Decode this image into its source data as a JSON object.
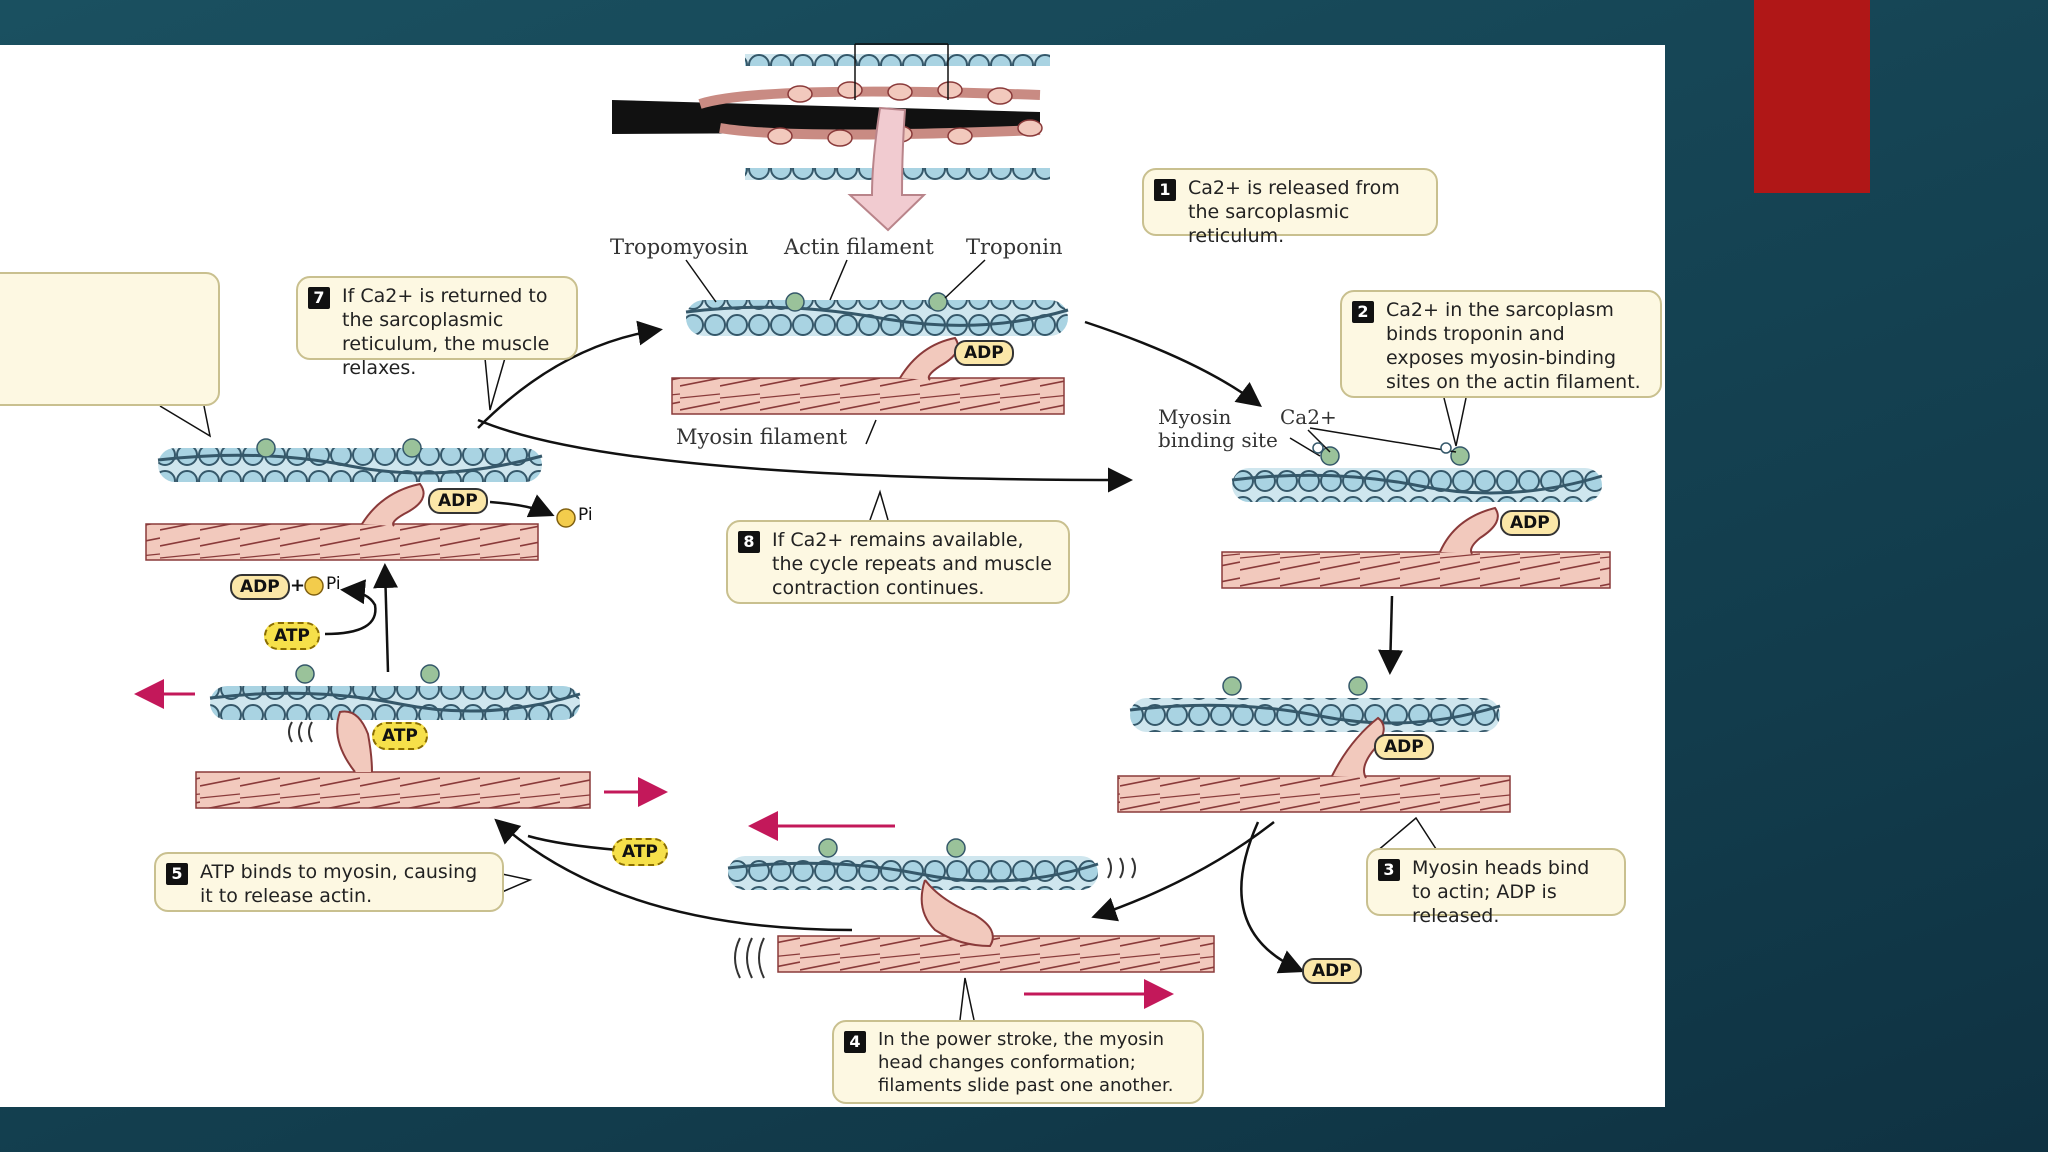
{
  "slide": {
    "accent_color": "#b01717",
    "background_color": "#154858"
  },
  "diagram": {
    "labels": {
      "tropomyosin": "Tropomyosin",
      "actin": "Actin filament",
      "troponin": "Troponin",
      "myosin_filament": "Myosin filament",
      "myosin_binding_site_1": "Myosin",
      "myosin_binding_site_2": "binding site",
      "ca": "Ca2+"
    },
    "molecules": {
      "adp": "ADP",
      "atp": "ATP",
      "pi": "Pi",
      "plus": "+"
    },
    "steps": [
      {
        "num": "1",
        "text": "Ca2+ is released from the sarcoplasmic reticulum."
      },
      {
        "num": "2",
        "text": "Ca2+ in the sarcoplasm binds troponin and exposes myosin-binding sites on the actin filament."
      },
      {
        "num": "3",
        "text": "Myosin heads bind to actin; ADP is released."
      },
      {
        "num": "4",
        "text": "In the power stroke, the myosin head changes conformation; filaments slide past one another."
      },
      {
        "num": "5",
        "text": "ATP binds to myosin, causing it to release actin."
      },
      {
        "num": "7",
        "text": "If Ca2+ is returned to the sarcoplasmic reticulum, the muscle relaxes."
      },
      {
        "num": "8",
        "text": "If Ca2+ remains available, the cycle repeats and muscle contraction continues."
      }
    ]
  }
}
